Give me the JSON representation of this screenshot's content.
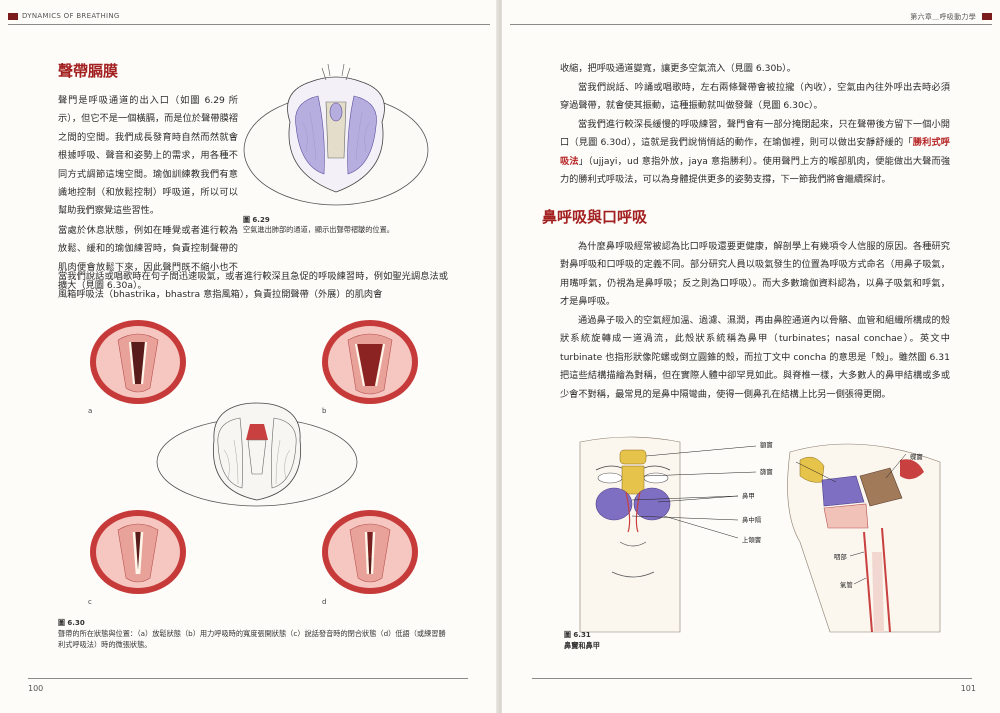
{
  "left_page": {
    "running_head": "DYNAMICS OF BREATHING",
    "section_title": "聲帶膈膜",
    "paragraphs": [
      "聲門是呼吸通道的出入口（如圖 6.29 所示），但它不是一個橫膈，而是位於聲帶膜褶之間的空間。我們成長發育時自然而然就會根據呼吸、聲音和姿勢上的需求，用各種不同方式調節這塊空間。瑜伽訓練教我們有意識地控制（和放鬆控制）呼吸道，所以可以幫助我們察覺這些習性。",
      "當處於休息狀態，例如在睡覺或者進行較為放鬆、緩和的瑜伽練習時，負責控制聲帶的肌肉便會放鬆下來，因此聲門既不縮小也不擴大（見圖 6.30a）。",
      "當我們說話或唱歌時在句子間迅速吸氣，或者進行較深且急促的呼吸練習時，例如聖光調息法或風箱呼吸法（bhastrika，bhastra 意指風箱），負責拉開聲帶（外展）的肌肉會"
    ],
    "fig_629": {
      "number": "圖 6.29",
      "caption": "空氣進出肺部的通道，顯示出聲帶褶皺的位置。"
    },
    "fig_630": {
      "number": "圖 6.30",
      "caption": "聲帶的所在狀態與位置：（a）放鬆狀態（b）用力呼吸時的寬度張開狀態（c）說話發音時的閉合狀態（d）低語（或練習勝利式呼吸法）時的微張狀態。",
      "letters": [
        "a",
        "b",
        "c",
        "d"
      ]
    },
    "page_number": "100"
  },
  "right_page": {
    "running_head": "第六章＿呼吸動力學",
    "top_paragraphs": [
      "收縮，把呼吸通道變寬，讓更多空氣流入（見圖 6.30b）。",
      "當我們說話、吟誦或唱歌時，左右兩條聲帶會被拉攏（內收），空氣由內往外呼出去時必須穿過聲帶，就會使其振動，這種振動就叫做發聲（見圖 6.30c）。"
    ],
    "para3_before": "當我們進行較深長緩慢的呼吸練習，聲門會有一部分掩閉起來，只在聲帶後方留下一個小開口（見圖 6.30d），這就是我們說悄悄話的動作，在瑜伽裡，則可以做出安靜舒緩的「",
    "para3_highlight": "勝利式呼吸法",
    "para3_after": "」（ujjayi，ud 意指外放，jaya 意指勝利）。使用聲門上方的喉部肌肉，便能做出大聲而強力的勝利式呼吸法，可以為身體提供更多的姿勢支撐，下一節我們將會繼續探討。",
    "section_title": "鼻呼吸與口呼吸",
    "paragraphs": [
      "為什麼鼻呼吸經常被認為比口呼吸還要更健康，解剖學上有幾項令人信服的原因。各種研究對鼻呼吸和口呼吸的定義不同。部分研究人員以吸氣發生的位置為呼吸方式命名（用鼻子吸氣，用嘴呼氣，仍視為是鼻呼吸；反之則為口呼吸）。而大多數瑜伽資料認為，以鼻子吸氣和呼氣，才是鼻呼吸。",
      "通過鼻子吸入的空氣經加溫、過濾、濕潤，再由鼻腔通道內以骨骼、血管和組織所構成的殼狀系統旋轉成一道渦流，此殼狀系統稱為鼻甲（turbinates；nasal conchae）。英文中 turbinate 也指形狀像陀螺或倒立圓錐的殼，而拉丁文中 concha 的意思是「殼」。雖然圖 6.31 把這些結構描繪為對稱，但在實際人體中卻罕見如此。與脊椎一樣，大多數人的鼻甲結構或多或少會不對稱，最常見的是鼻中隔彎曲，使得一側鼻孔在結構上比另一側張得更開。"
    ],
    "fig_631": {
      "number": "圖 6.31",
      "caption": "鼻竇和鼻甲",
      "labels": [
        "額竇",
        "篩竇",
        "鼻甲",
        "鼻中隔",
        "上頜竇",
        "蝶竇",
        "咽部",
        "氣管"
      ]
    },
    "page_number": "101"
  },
  "colors": {
    "title_red": "#a32020",
    "mark": "#7b1b1b",
    "sinus_purple": "#7e6fc2",
    "sinus_yellow": "#e6c34a",
    "tissue_red": "#c84040"
  }
}
